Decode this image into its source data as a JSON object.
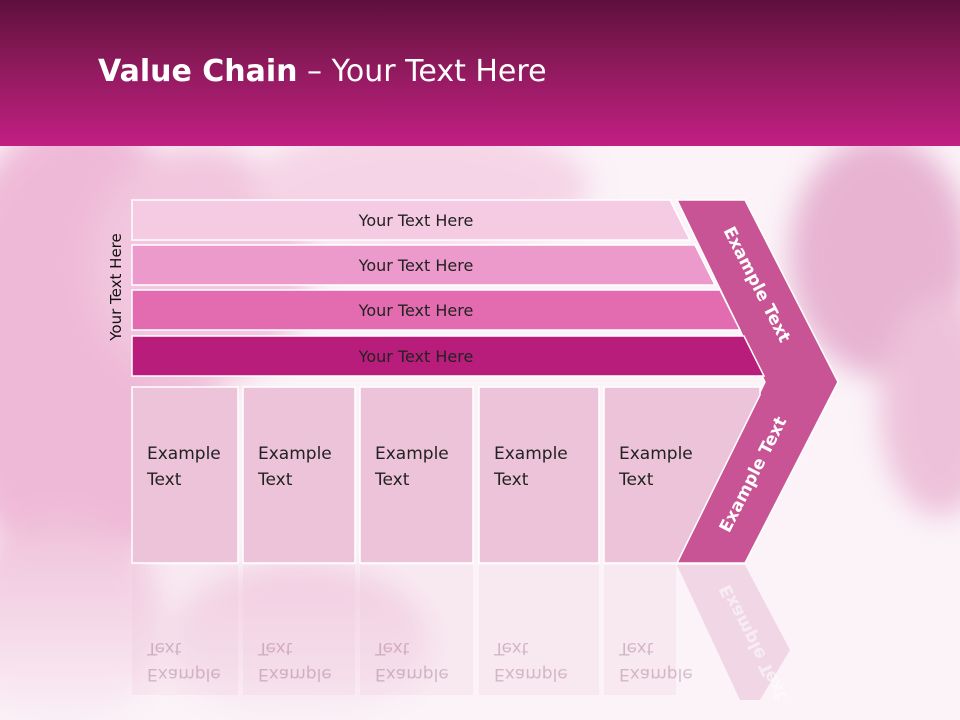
{
  "title": {
    "bold": "Value Chain",
    "rest": " – Your Text Here"
  },
  "side_label": "Your Text Here",
  "bars": [
    {
      "label": "Your Text Here",
      "color": "#f5cbe4"
    },
    {
      "label": "Your Text Here",
      "color": "#ec9acb"
    },
    {
      "label": "Your Text Here",
      "color": "#e36bb0"
    },
    {
      "label": "Your Text Here",
      "color": "#b81d7b"
    }
  ],
  "cells": [
    {
      "label": "Example\nText"
    },
    {
      "label": "Example\nText"
    },
    {
      "label": "Example\nText"
    },
    {
      "label": "Example\nText"
    },
    {
      "label": "Example\nText"
    }
  ],
  "chevron": {
    "upper_label": "Example Text",
    "lower_label": "Example Text",
    "color": "#c95495"
  },
  "colors": {
    "header_dark": "#5e0f3c",
    "header_light": "#c21f83",
    "cell_fill": "#ecc3d8"
  }
}
